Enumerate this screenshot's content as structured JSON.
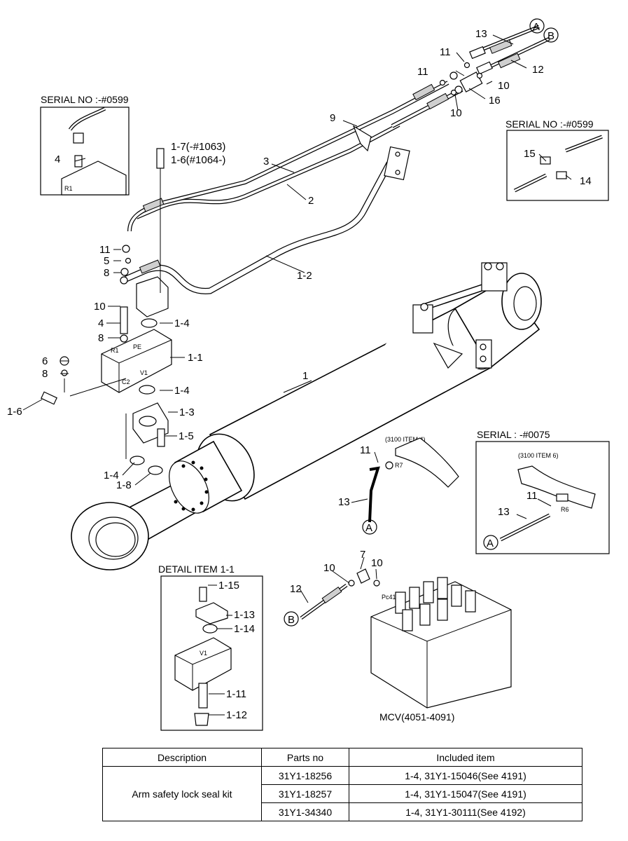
{
  "frames": {
    "serial_0599_left": "SERIAL NO :-#0599",
    "serial_0599_right": "SERIAL NO :-#0599",
    "serial_0075": "SERIAL : -#0075",
    "detail_item": "DETAIL ITEM 1-1",
    "mcv": "MCV(4051-4091)",
    "item_3100_4": "(3100 ITEM 4)",
    "item_3100_6": "(3100 ITEM 6)"
  },
  "callouts": {
    "a": "A",
    "b": "B"
  },
  "labels": {
    "p13_top": "13",
    "p12_top": "12",
    "p11_a": "11",
    "p11_b": "11",
    "p10_a": "10",
    "p10_b": "10",
    "p16": "16",
    "p9": "9",
    "p3": "3",
    "p2": "2",
    "p1_2": "1-2",
    "p1_7": "1-7(-#1063)",
    "p1_6_top": "1-6(#1064-)",
    "p11_left": "11",
    "p5": "5",
    "p8_a": "8",
    "p10_left": "10",
    "p4": "4",
    "p8_b": "8",
    "p1_4_a": "1-4",
    "p1_1": "1-1",
    "p6": "6",
    "p8_c": "8",
    "p1_4_b": "1-4",
    "p1_6_left": "1-6",
    "p1_3": "1-3",
    "p1_5": "1-5",
    "p1_4_c": "1-4",
    "p1_8": "1-8",
    "p1": "1",
    "p4_inset": "4",
    "p15": "15",
    "p14": "14",
    "p11_mid": "11",
    "p13_mid": "13",
    "p11_r": "11",
    "p13_r": "13",
    "p7": "7",
    "p10_m1": "10",
    "p10_m2": "10",
    "p12_m": "12",
    "d1_15": "1-15",
    "d1_13": "1-13",
    "d1_14": "1-14",
    "d1_11": "1-11",
    "d1_12": "1-12"
  },
  "port_marks": {
    "r1": "R1",
    "r7": "R7",
    "r6": "R6",
    "pc41": "Pc41",
    "v1": "V1",
    "c2": "C2",
    "pe": "PE"
  },
  "table": {
    "headers": [
      "Description",
      "Parts no",
      "Included item"
    ],
    "description": "Arm safety lock seal kit",
    "rows": [
      {
        "part_no": "31Y1-18256",
        "included": "1-4, 31Y1-15046(See 4191)"
      },
      {
        "part_no": "31Y1-18257",
        "included": "1-4, 31Y1-15047(See 4191)"
      },
      {
        "part_no": "31Y1-34340",
        "included": "1-4, 31Y1-30111(See 4192)"
      }
    ]
  }
}
